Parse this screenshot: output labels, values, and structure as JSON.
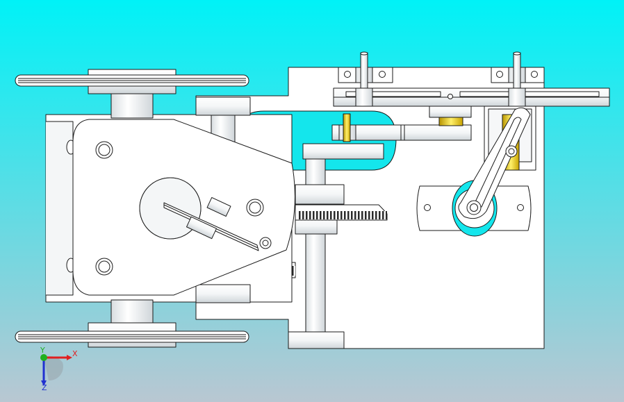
{
  "viewport": {
    "background_top": "#00f2f7",
    "background_bottom": "#b9c7d2",
    "part_fill": "#ffffff",
    "part_shade": "#dfe3e6",
    "edge_color": "#1a1a1a",
    "brass_color": "#e6c200"
  },
  "triad": {
    "x_label": "X",
    "y_label": "Y",
    "z_label": "Z",
    "x_color": "#e02020",
    "y_color": "#20b020",
    "z_color": "#2030d0"
  }
}
